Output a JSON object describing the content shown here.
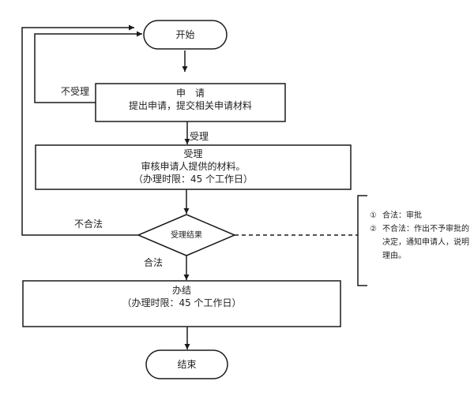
{
  "diagram": {
    "nodes": {
      "start": {
        "label": "开始",
        "shape": "terminator"
      },
      "apply": {
        "title": "申　请",
        "body": "提出申请，提交相关申请材料",
        "shape": "process"
      },
      "accept": {
        "title": "受理",
        "body": "审核申请人提供的材料。",
        "time_limit": "（办理时限：45 个工作日）",
        "shape": "process"
      },
      "decision": {
        "label": "受理结果",
        "shape": "decision"
      },
      "complete": {
        "title": "办结",
        "time_limit": "（办理时限：45 个工作日）",
        "shape": "process"
      },
      "end": {
        "label": "结束",
        "shape": "terminator"
      }
    },
    "edges": {
      "not_accepted": "不受理",
      "accepted": "受理",
      "illegal": "不合法",
      "legal": "合法"
    },
    "note": {
      "items": [
        {
          "num": "①",
          "text": "合法：审批"
        },
        {
          "num": "②",
          "text": "不合法：作出不予审批的决定，通知申请人，说明理由。"
        }
      ]
    }
  }
}
